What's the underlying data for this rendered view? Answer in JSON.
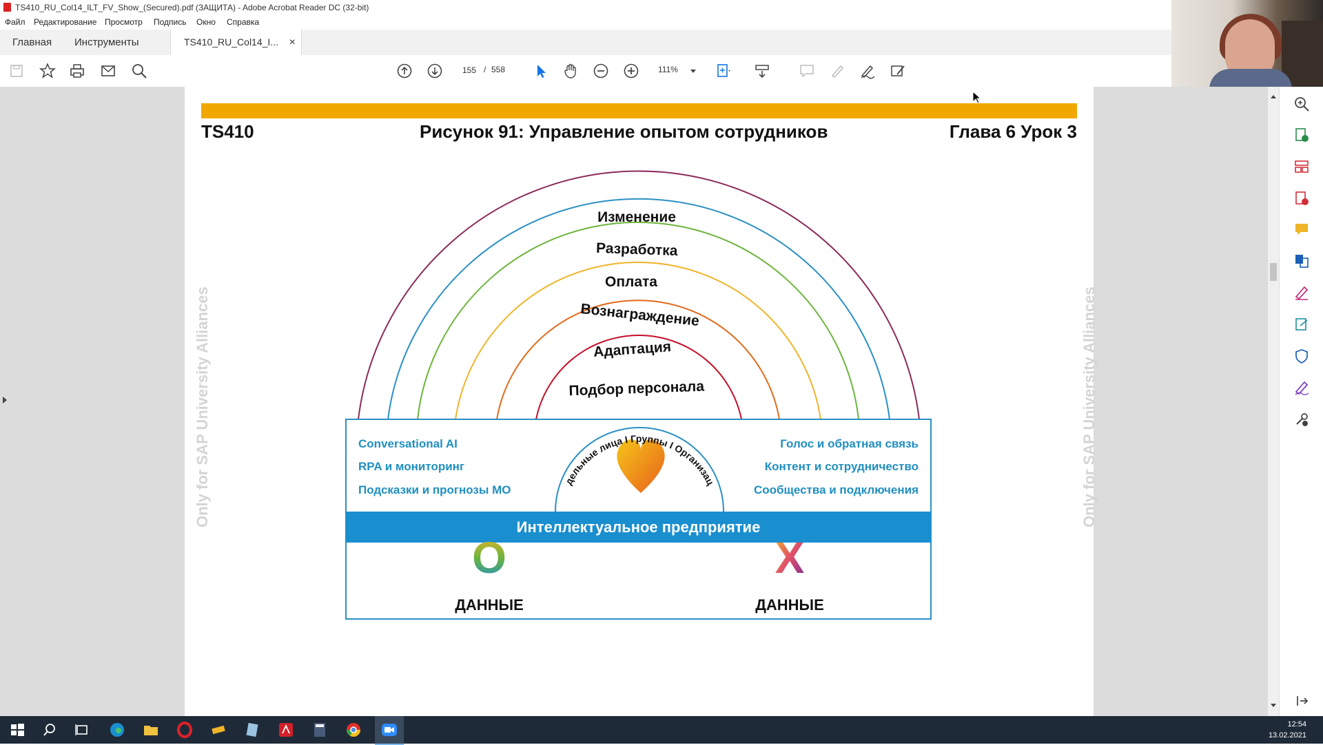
{
  "window": {
    "title": "TS410_RU_Col14_ILT_FV_Show_(Secured).pdf (ЗАЩИТА) - Adobe Acrobat Reader DC (32-bit)"
  },
  "menu": [
    "Файл",
    "Редактирование",
    "Просмотр",
    "Подпись",
    "Окно",
    "Справка"
  ],
  "tabs": {
    "home": "Главная",
    "tools": "Инструменты",
    "document": "TS410_RU_Col14_I...",
    "close_glyph": "×"
  },
  "toolbar": {
    "current_page": "155",
    "page_separator": "/",
    "total_pages": "558",
    "zoom": "111%"
  },
  "slide": {
    "course": "TS410",
    "title": "Рисунок 91: Управление опытом сотрудников",
    "chapter": "Глава 6 Урок 3",
    "watermark": "Only for SAP University Alliances",
    "arcs": [
      "Изменение",
      "Разработка",
      "Оплата",
      "Вознаграждение",
      "Адаптация",
      "Подбор персонала"
    ],
    "inner_arc": "Отдельные лица I Группы I Организации",
    "left_items": [
      "Conversational AI",
      "RPA и мониторинг",
      "Подсказки и прогнозы МО"
    ],
    "right_items": [
      "Голос и обратная связь",
      "Контент и сотрудничество",
      "Сообщества и подключения"
    ],
    "band": "Интеллектуальное предприятие",
    "o_letter": "O",
    "x_letter": "X",
    "o_data": "ДАННЫЕ",
    "x_data": "ДАННЫЕ"
  },
  "colors": {
    "accent_bar": "#f0a800",
    "band": "#1a8fd0",
    "arc_colors": [
      "#8b2a5a",
      "#2a8fc4",
      "#6cb43c",
      "#f0b428",
      "#e06a1a",
      "#c4102a"
    ]
  },
  "taskbar": {
    "time": "12:54",
    "date": "13.02.2021"
  }
}
